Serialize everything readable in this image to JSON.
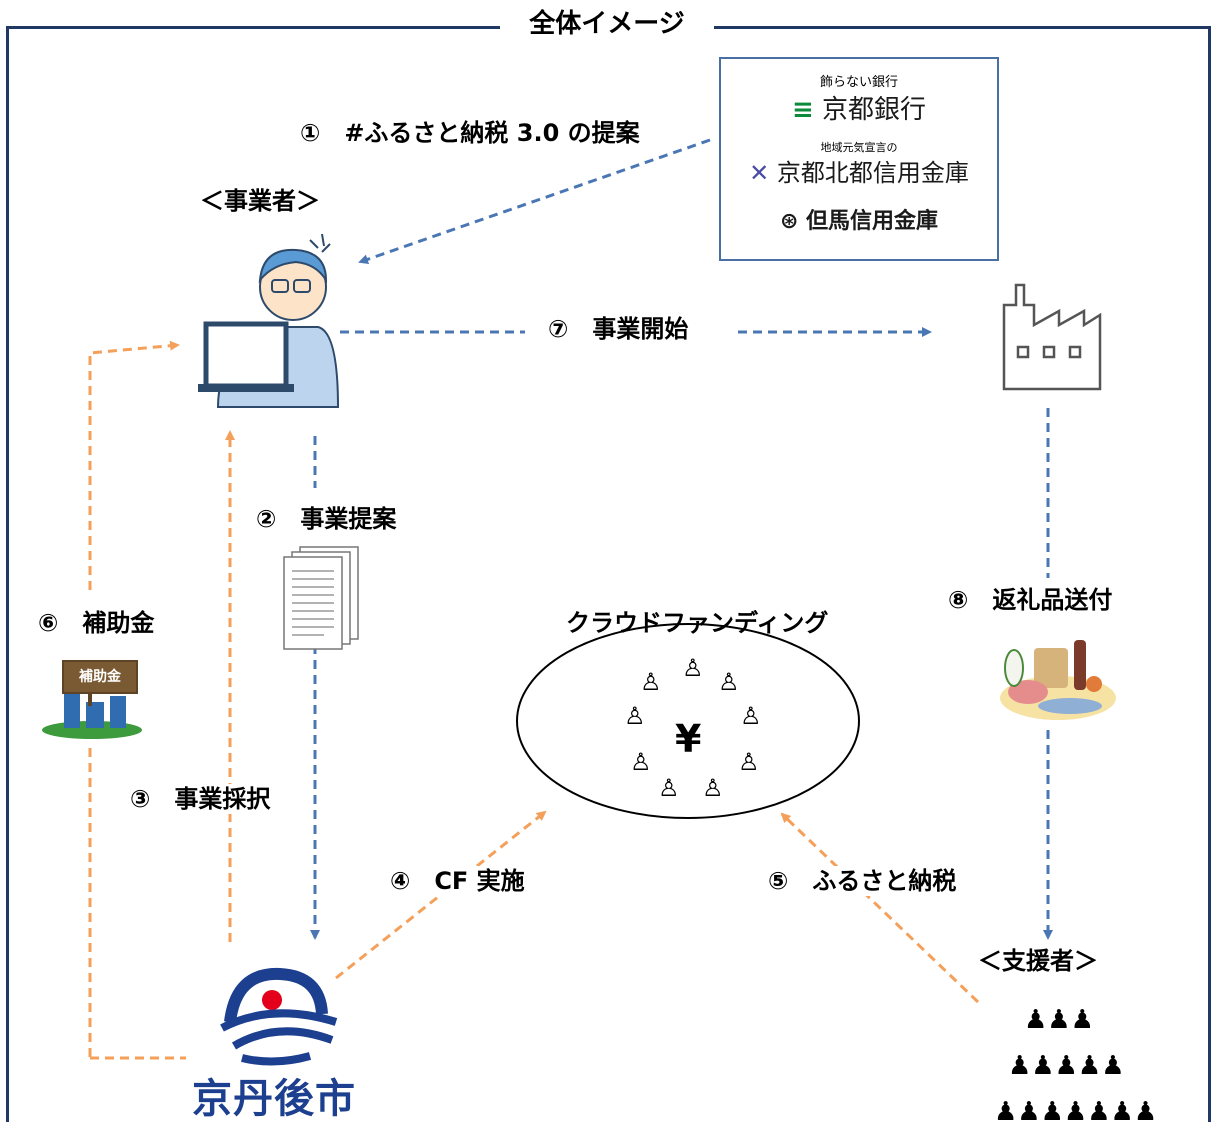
{
  "title": "全体イメージ",
  "banks": {
    "kyoto_tagline": "飾らない銀行",
    "kyoto_name": "京都銀行",
    "hokuto_tagline": "地域元気宣言の",
    "hokuto_name": "京都北都信用金庫",
    "tajima_name": "但馬信用金庫"
  },
  "nodes": {
    "business": "＜事業者＞",
    "crowdfunding": "クラウドファンディング",
    "supporter": "＜支援者＞",
    "city": "京丹後市",
    "subsidy_sign": "補助金"
  },
  "steps": {
    "s1": "①　#ふるさと納税 3.0 の提案",
    "s2": "②　事業提案",
    "s3": "③　事業採択",
    "s4": "④　CF 実施",
    "s5": "⑤　ふるさと納税",
    "s6": "⑥　補助金",
    "s7": "⑦　事業開始",
    "s8": "⑧　返礼品送付"
  },
  "colors": {
    "blue_arrow": "#4a77b4",
    "orange_arrow": "#f4a05a",
    "frame": "#1f3864",
    "city_blue": "#1d3f8f"
  }
}
